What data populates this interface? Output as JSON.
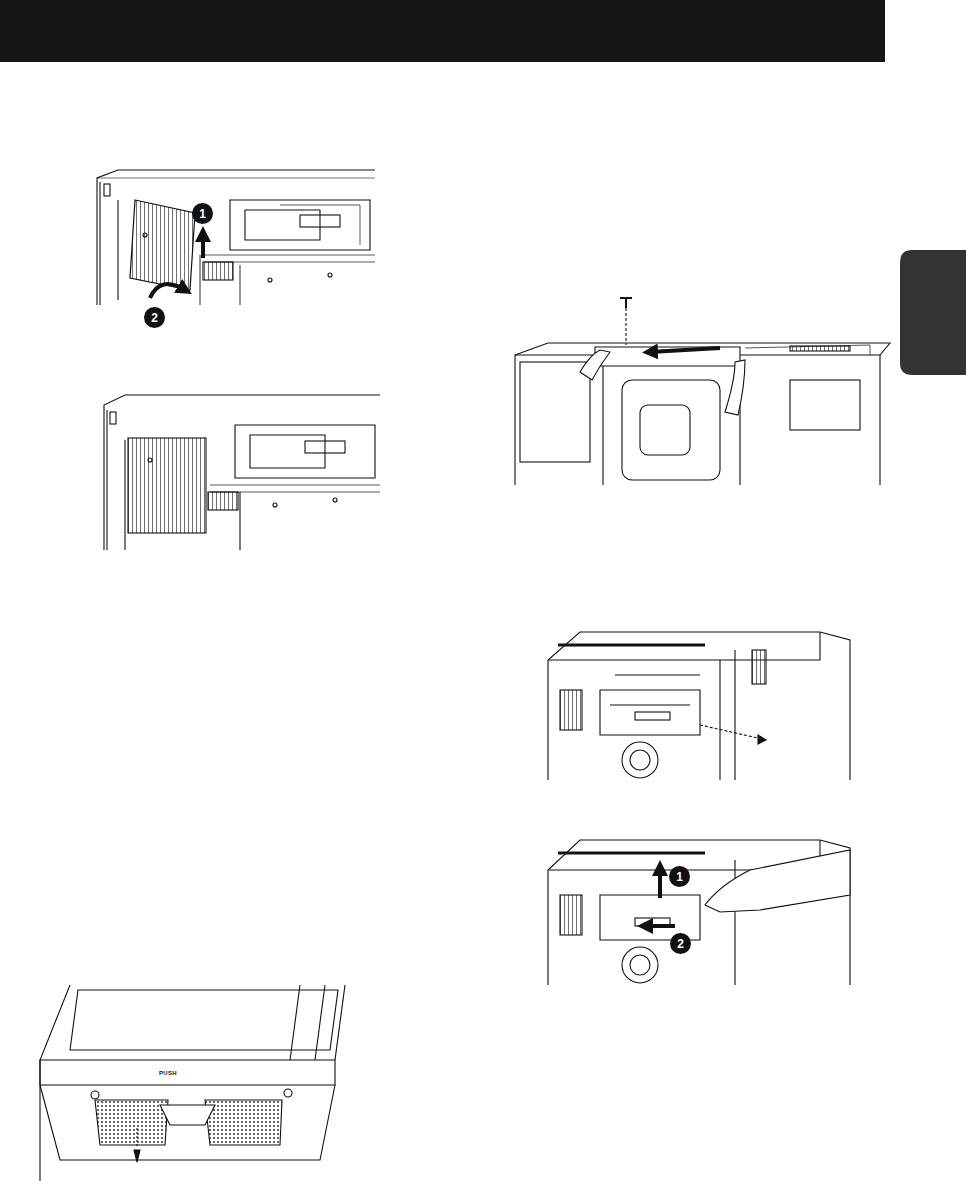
{
  "diagram": {
    "labels": [
      "1",
      "2",
      "PUSH",
      "1",
      "2"
    ]
  }
}
